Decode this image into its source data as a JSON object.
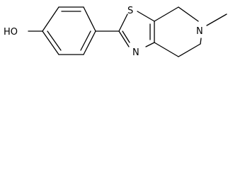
{
  "molecule": {
    "atoms": {
      "oh": "HO",
      "sulfur": "S",
      "ring_nitrogen": "N",
      "thiazole_nitrogen": "N",
      "methyl": ""
    },
    "colors": {
      "bond": "#000000",
      "text": "#000000",
      "background": "#ffffff"
    }
  }
}
